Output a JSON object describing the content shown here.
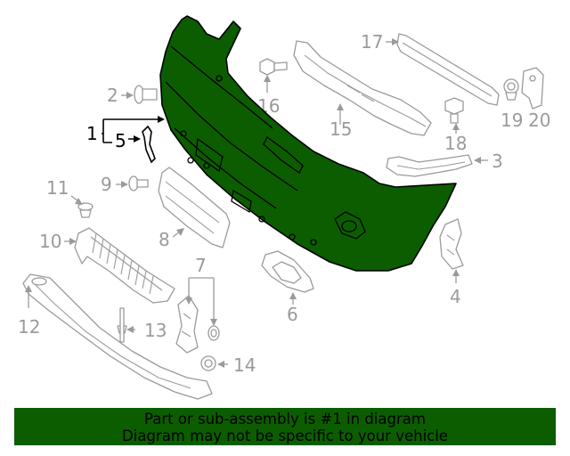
{
  "callouts": {
    "c1": "1",
    "c2": "2",
    "c3": "3",
    "c4": "4",
    "c5": "5",
    "c6": "6",
    "c7": "7",
    "c8": "8",
    "c9": "9",
    "c10": "10",
    "c11": "11",
    "c12": "12",
    "c13": "13",
    "c14": "14",
    "c15": "15",
    "c16": "16",
    "c17": "17",
    "c18": "18",
    "c19": "19",
    "c20": "20"
  },
  "highlight_part": "1",
  "banner": {
    "line1": "Part or sub-assembly is #1 in diagram",
    "line2": "Diagram may not be specific to your vehicle"
  },
  "colors": {
    "highlight": "#0b5d00",
    "part_outline": "#9a9a9a",
    "text": "#000000"
  }
}
